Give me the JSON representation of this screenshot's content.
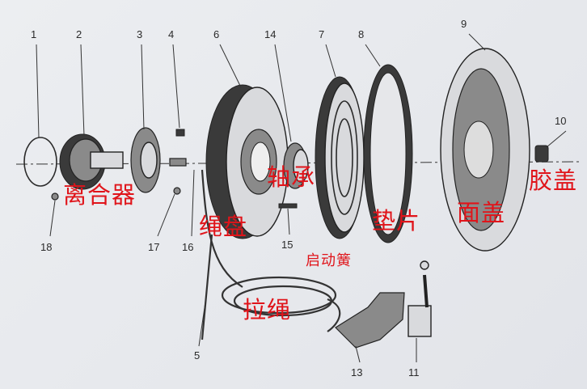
{
  "part_numbers": [
    "1",
    "2",
    "3",
    "4",
    "6",
    "14",
    "7",
    "8",
    "9",
    "10",
    "18",
    "17",
    "16",
    "15",
    "5",
    "13",
    "11"
  ],
  "labels": {
    "clutch": "离合器",
    "bearing": "轴承",
    "rope_reel": "绳盘",
    "gasket": "垫片",
    "cover": "面盖",
    "rubber_cap": "胶盖",
    "starter_spring": "启动簧",
    "pull_rope": "拉绳"
  },
  "colors": {
    "label": "#e0141a",
    "ink": "#2b2b2b"
  }
}
